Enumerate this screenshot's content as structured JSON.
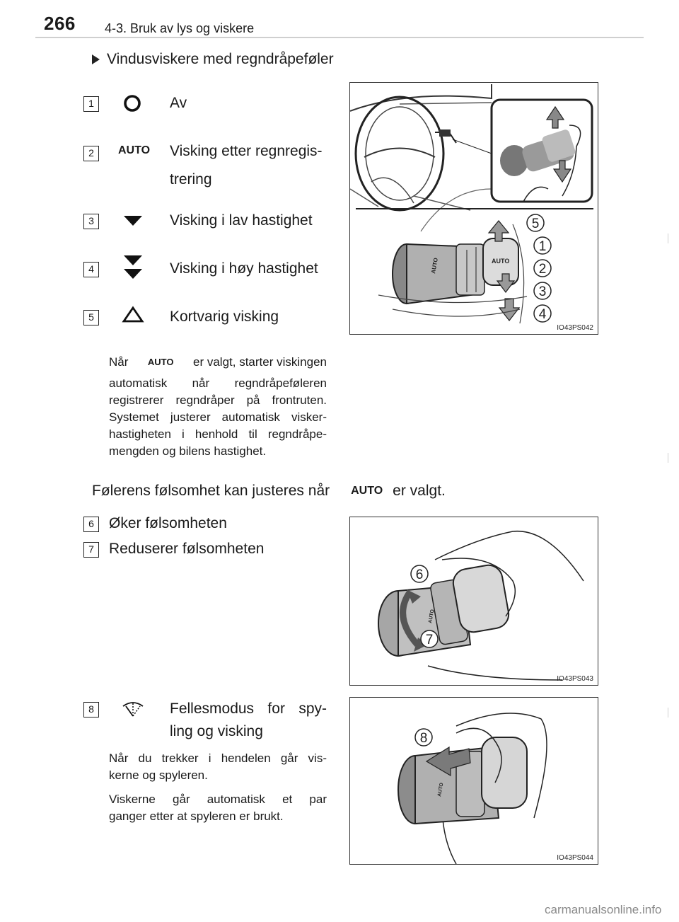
{
  "header": {
    "page_number": "266",
    "title": "4-3. Bruk av lys og viskere"
  },
  "section_title": "Vindusviskere med regndråpeføler",
  "wiper_positions": [
    {
      "num": "1",
      "icon": "off-circle-icon",
      "label": "Av"
    },
    {
      "num": "2",
      "icon": "auto-icon",
      "icon_text": "AUTO",
      "label_line1": "Visking etter regnregis-",
      "label_line2": "trering"
    },
    {
      "num": "3",
      "icon": "single-arrow-down-icon",
      "label": "Visking i lav hastighet"
    },
    {
      "num": "4",
      "icon": "double-arrow-down-icon",
      "label": "Visking i høy hastighet"
    },
    {
      "num": "5",
      "icon": "mist-triangle-icon",
      "label": "Kortvarig visking"
    }
  ],
  "auto_paragraph": {
    "lead": "Når",
    "auto_text": "AUTO",
    "tail": "er valgt, starter viskingen",
    "line2": "automatisk når regndråpeføleren",
    "line3": "registrerer regndråper på frontruten.",
    "line4": "Systemet justerer automatisk visker-",
    "line5": "hastigheten i henhold til regndråpe-",
    "line6": "mengden og bilens hastighet."
  },
  "sensitivity": {
    "lead": "Følerens følsomhet kan justeres når",
    "auto_text": "AUTO",
    "tail": "er valgt.",
    "items": [
      {
        "num": "6",
        "label": "Øker følsomheten"
      },
      {
        "num": "7",
        "label": "Reduserer følsomheten"
      }
    ]
  },
  "washer": {
    "num": "8",
    "icon": "washer-wiper-icon",
    "label_line1": "Fellesmodus for spy-",
    "label_line2": "ling og visking",
    "para1_line1": "Når du trekker i hendelen går vis-",
    "para1_line2": "kerne og spyleren.",
    "para2_line1": "Viskerne går automatisk et par",
    "para2_line2": "ganger etter at spyleren er brukt."
  },
  "figures": {
    "fig1_caption": "IO43PS042",
    "fig1_callouts": [
      "5",
      "1",
      "2",
      "3",
      "4"
    ],
    "fig2_caption": "IO43PS043",
    "fig2_callouts": [
      "6",
      "7"
    ],
    "fig3_caption": "IO43PS044",
    "fig3_callouts": [
      "8"
    ],
    "lever_text": "AUTO"
  },
  "watermark": "carmanualsonline.info"
}
